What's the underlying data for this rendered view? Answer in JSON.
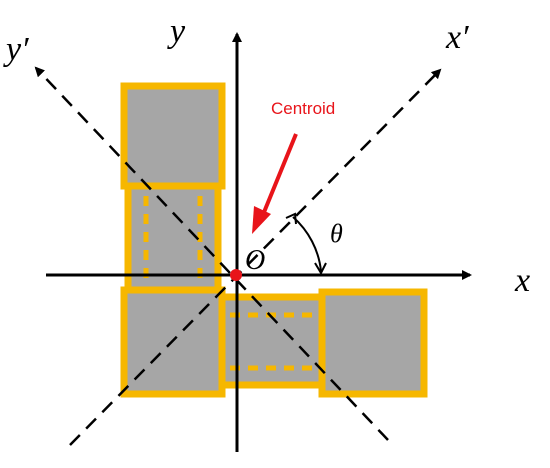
{
  "labels": {
    "x_axis": "x",
    "y_axis": "y",
    "x_prime_axis": "x′",
    "y_prime_axis": "y′",
    "origin": "O",
    "angle": "θ",
    "centroid": "Centroid"
  },
  "colors": {
    "block_fill": "#a6a6a6",
    "block_border": "#f6b700",
    "axis": "#000000",
    "centroid": "#e8141a"
  }
}
